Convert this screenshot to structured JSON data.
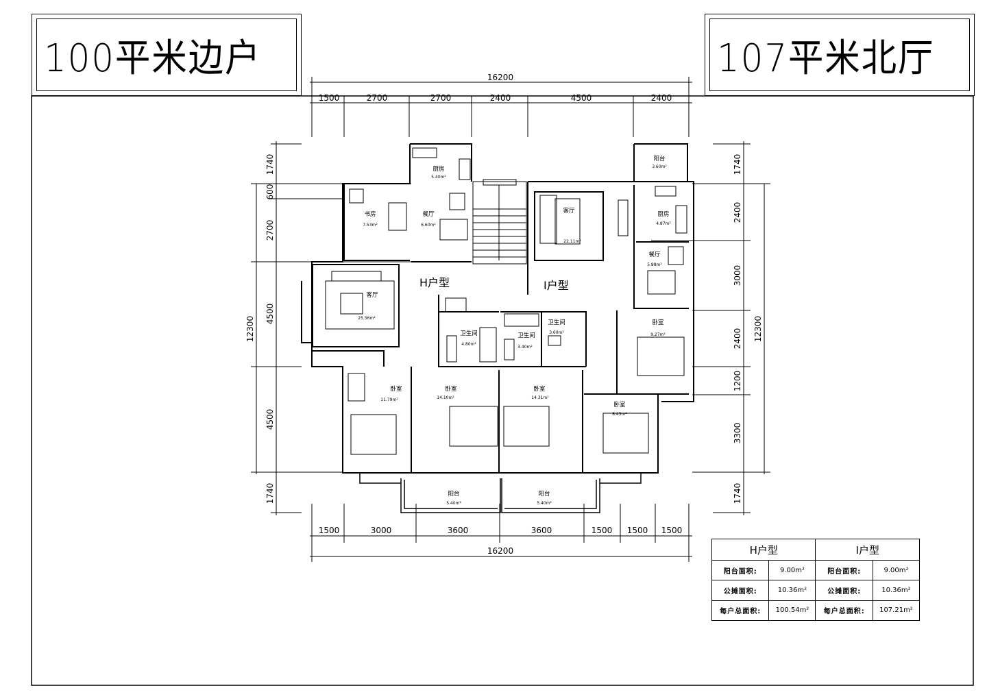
{
  "titles": {
    "left": "100平米边户",
    "right": "107平米北厅"
  },
  "dims": {
    "top_total": "16200",
    "top": [
      "1500",
      "2700",
      "2700",
      "2400",
      "4500",
      "2400"
    ],
    "bottom": [
      "1500",
      "3000",
      "3600",
      "3600",
      "1500",
      "1500",
      "1500"
    ],
    "bottom_total": "16200",
    "left": [
      "1740",
      "600",
      "2700",
      "4500",
      "4500",
      "1740"
    ],
    "left_total": "12300",
    "right": [
      "1740",
      "2400",
      "3000",
      "2400",
      "1200",
      "3300",
      "1740"
    ],
    "right_total": "12300"
  },
  "unit_labels": {
    "h": "H户型",
    "i": "I户型"
  },
  "rooms": [
    {
      "name": "厨房",
      "area": "5.40m²"
    },
    {
      "name": "书房",
      "area": "7.53m²"
    },
    {
      "name": "餐厅",
      "area": "6.60m²"
    },
    {
      "name": "客厅",
      "area": "25.56m²"
    },
    {
      "name": "卫生间",
      "area": "4.80m²"
    },
    {
      "name": "卧室",
      "area": "11.79m²"
    },
    {
      "name": "卧室",
      "area": "14.10m²"
    },
    {
      "name": "阳台",
      "area": "5.40m²"
    },
    {
      "name": "阳台",
      "area": "3.60m²"
    },
    {
      "name": "客厅",
      "area": "22.11m²"
    },
    {
      "name": "厨房",
      "area": "4.87m²"
    },
    {
      "name": "餐厅",
      "area": "5.88m²"
    },
    {
      "name": "卧室",
      "area": "9.27m²"
    },
    {
      "name": "卫生间",
      "area": "3.60m²"
    },
    {
      "name": "卫生间",
      "area": "3.40m²"
    },
    {
      "name": "卧室",
      "area": "14.31m²"
    },
    {
      "name": "卧室",
      "area": "8.45m²"
    },
    {
      "name": "阳台",
      "area": "5.40m²"
    }
  ],
  "area_table": {
    "headers": [
      "H户型",
      "I户型"
    ],
    "rows": [
      {
        "label_h": "阳台面积:",
        "value_h": "9.00m²",
        "label_i": "阳台面积:",
        "value_i": "9.00m²"
      },
      {
        "label_h": "公摊面积:",
        "value_h": "10.36m²",
        "label_i": "公摊面积:",
        "value_i": "10.36m²"
      },
      {
        "label_h": "每户总面积:",
        "value_h": "100.54m²",
        "label_i": "每户总面积:",
        "value_i": "107.21m²"
      }
    ]
  }
}
